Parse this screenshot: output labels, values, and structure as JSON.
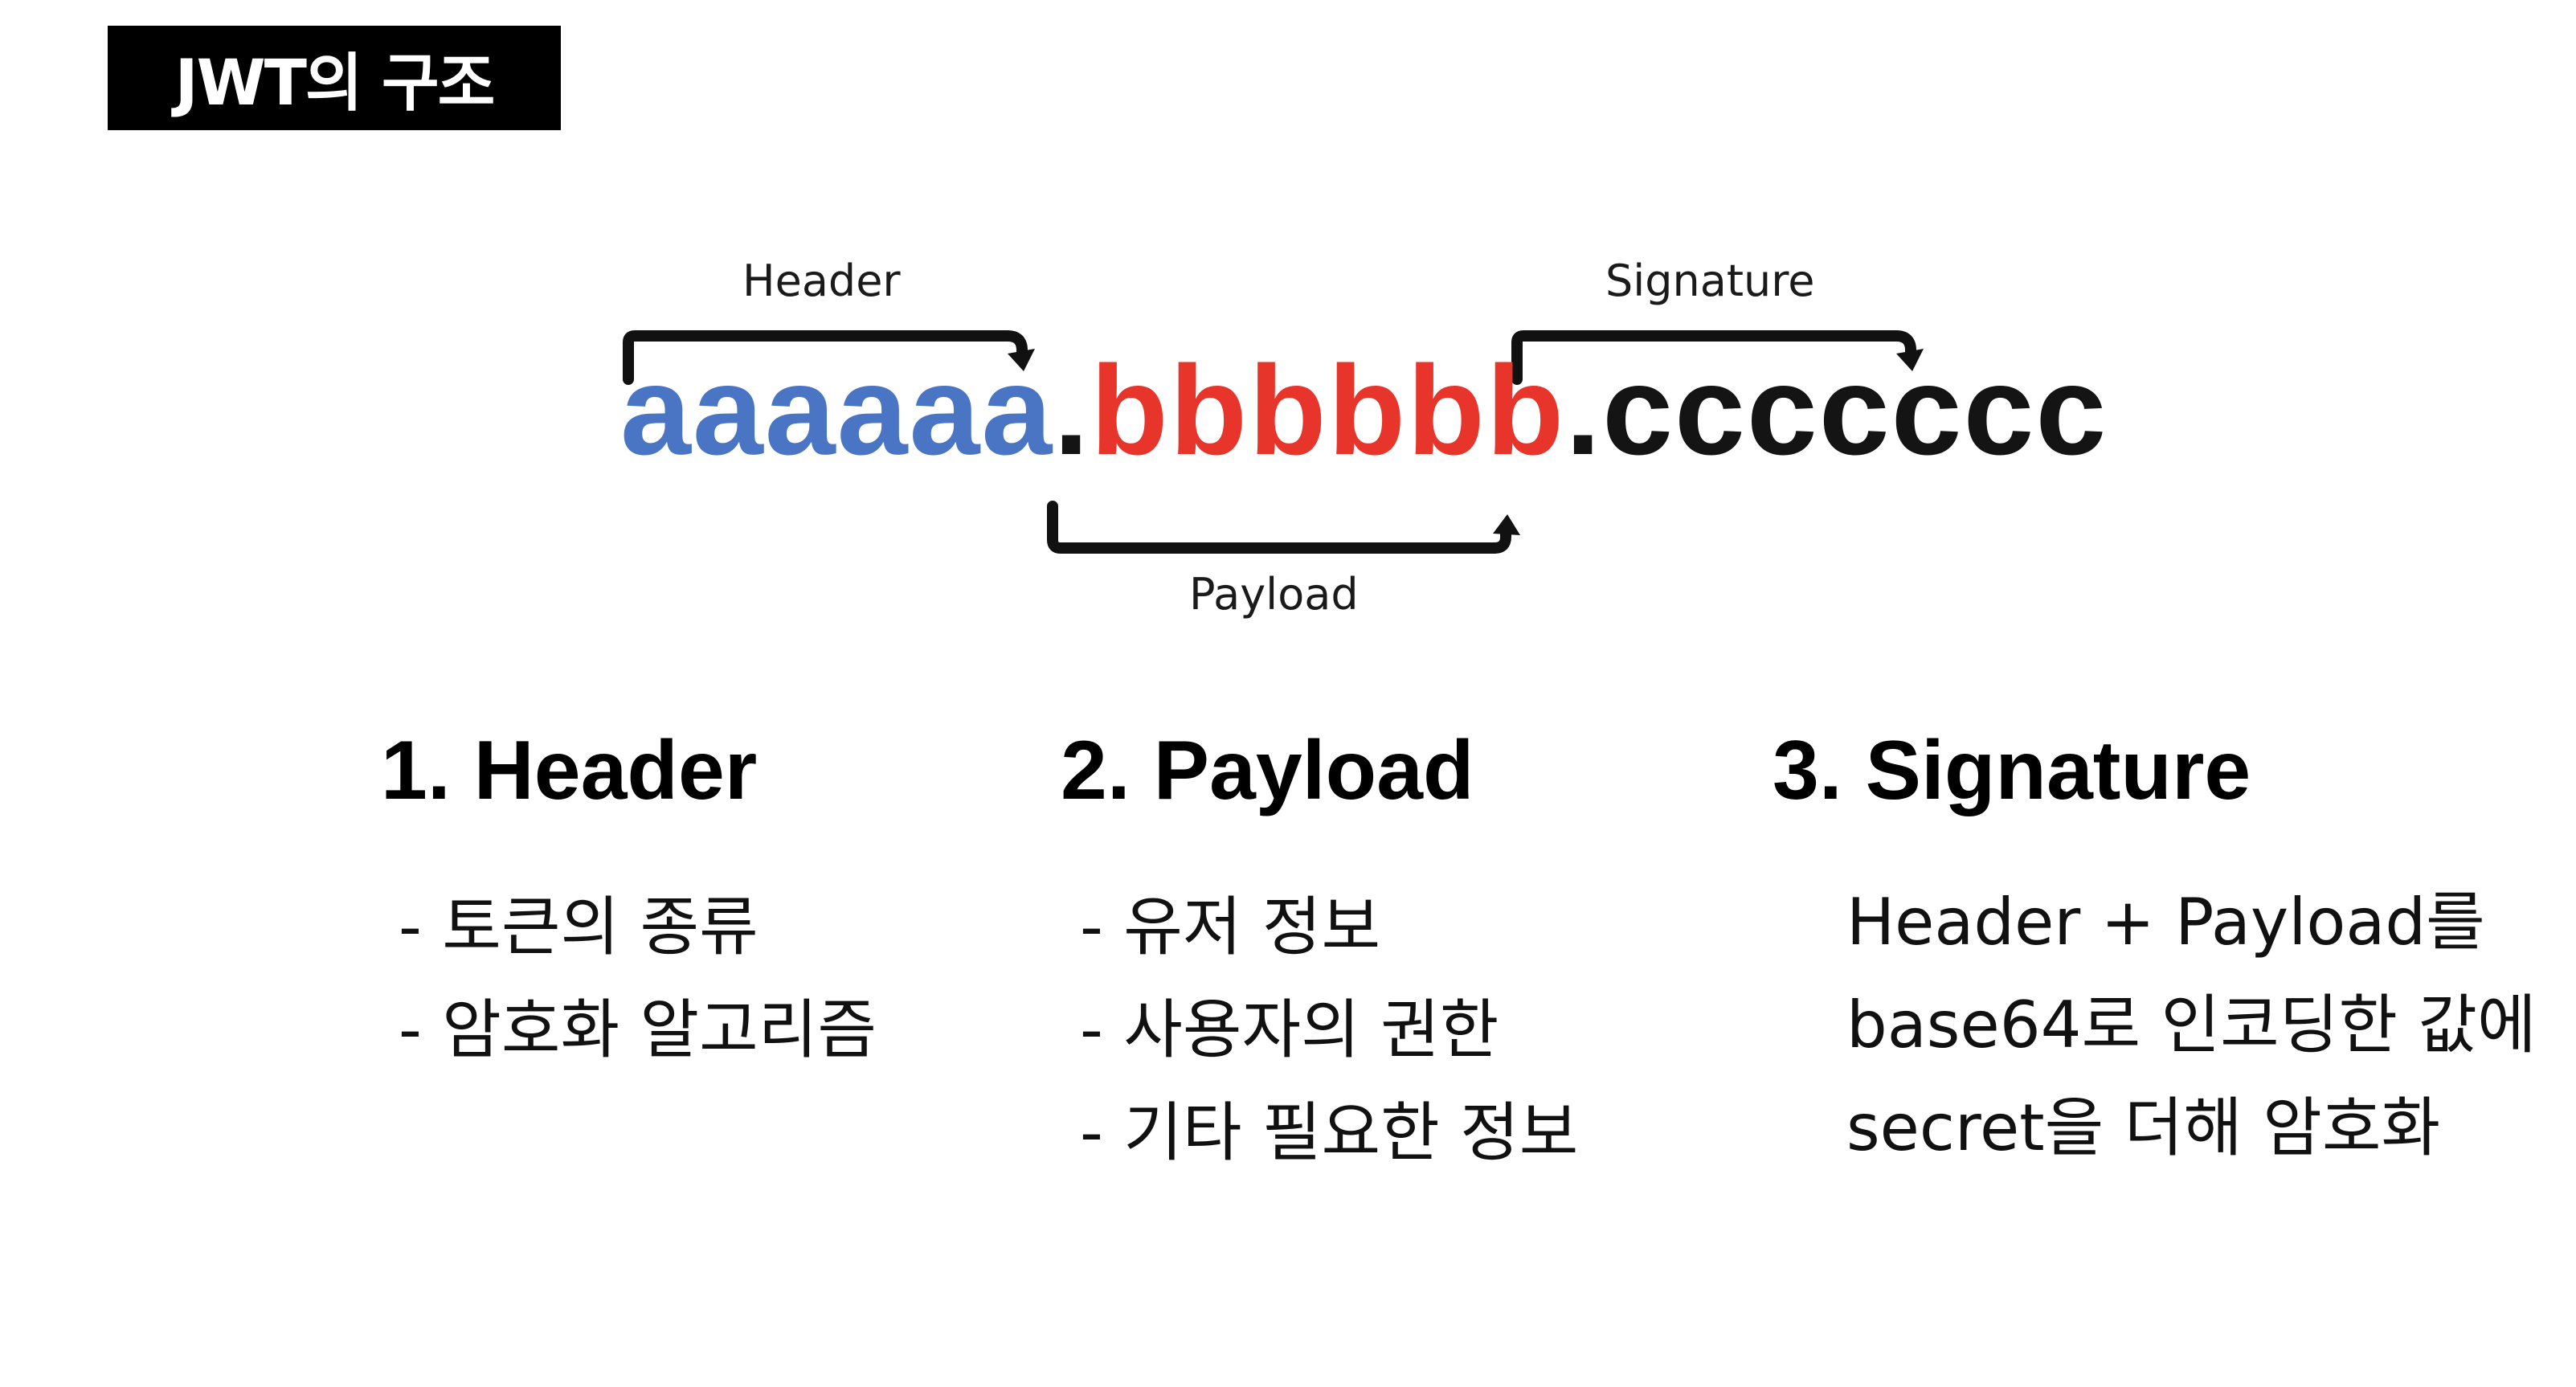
{
  "slide": {
    "title": "JWT의 구조"
  },
  "diagram": {
    "token": {
      "part_a": "aaaaaa",
      "sep1": ".",
      "part_b": "bbbbbb",
      "sep2": ".",
      "part_c": "ccccccc"
    },
    "labels": {
      "header": "Header",
      "payload": "Payload",
      "signature": "Signature"
    },
    "colors": {
      "header": "#4a74c4",
      "payload": "#e8352b",
      "signature": "#141414"
    }
  },
  "sections": [
    {
      "heading": "1. Header",
      "items": [
        "- 토큰의 종류",
        "- 암호화 알고리즘"
      ]
    },
    {
      "heading": "2. Payload",
      "items": [
        "- 유저 정보",
        "- 사용자의 권한",
        "- 기타 필요한 정보"
      ]
    },
    {
      "heading": "3. Signature",
      "lines": [
        "Header + Payload를",
        "base64로 인코딩한 값에",
        "secret을 더해 암호화"
      ]
    }
  ]
}
